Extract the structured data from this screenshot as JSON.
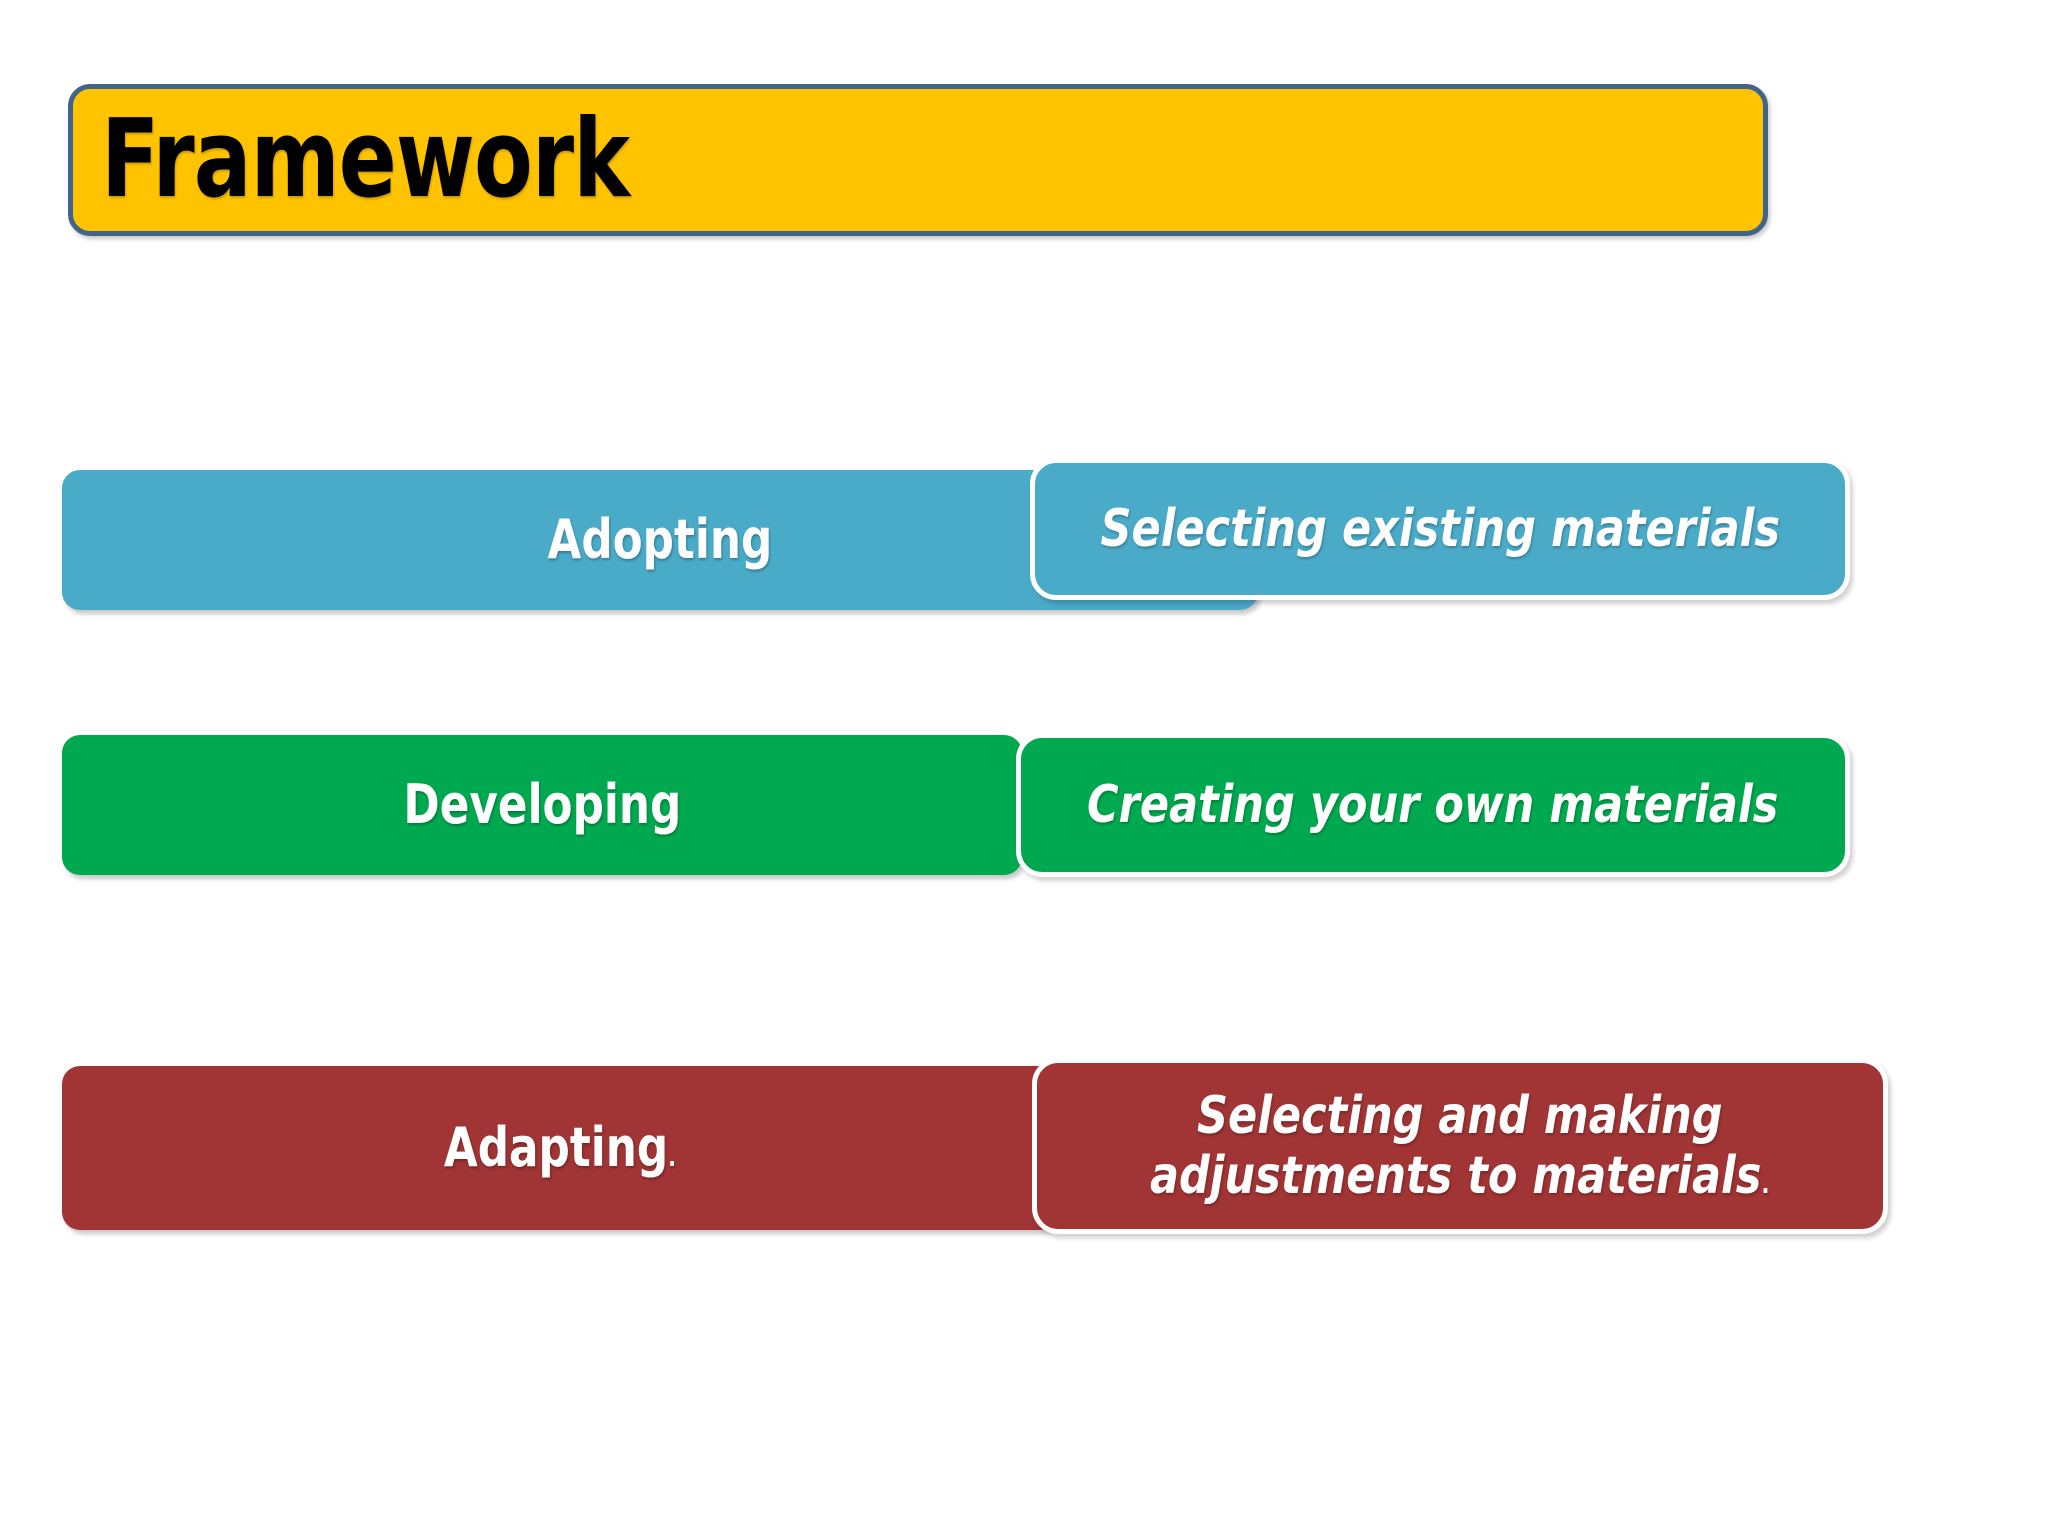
{
  "slide": {
    "background_color": "#ffffff",
    "title": {
      "text": "Framework",
      "fill_color": "#ffc300",
      "border_color": "#41658a",
      "text_color": "#000000"
    }
  },
  "rows": [
    {
      "id": "adopting",
      "color": "#4aabc9",
      "term": "Adopting",
      "term_suffix": "",
      "definition_line1": "Selecting existing materials",
      "definition_line2": "",
      "definition_suffix": ""
    },
    {
      "id": "developing",
      "color": "#00a94f",
      "term": "Developing",
      "term_suffix": "",
      "definition_line1": "Creating your own materials",
      "definition_line2": "",
      "definition_suffix": ""
    },
    {
      "id": "adapting",
      "color": "#a13434",
      "term": "Adapting",
      "term_suffix": ".",
      "definition_line1": "Selecting and making",
      "definition_line2": "adjustments to materials",
      "definition_suffix": "."
    }
  ]
}
